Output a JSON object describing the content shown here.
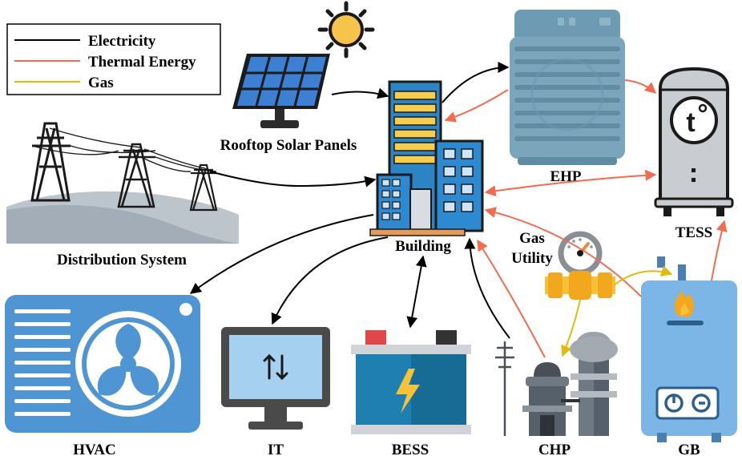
{
  "legend": {
    "electricity": "Electricity",
    "thermal": "Thermal Energy",
    "gas": "Gas"
  },
  "colors": {
    "electricity": "#000000",
    "thermal": "#f26b4f",
    "gas": "#e0bb0f",
    "bess_blue": "#0f5f84",
    "hvac_blue": "#4f95d4",
    "tess_gray": "#c9ccd0",
    "ehp_blue": "#6d9bb3",
    "gb_blue": "#7bb6e6"
  },
  "labels": {
    "solar": "Rooftop Solar Panels",
    "distribution": "Distribution System",
    "building": "Building",
    "ehp": "EHP",
    "tess": "TESS",
    "gas_utility_1": "Gas",
    "gas_utility_2": "Utility",
    "hvac": "HVAC",
    "it": "IT",
    "bess": "BESS",
    "chp": "CHP",
    "gb": "GB"
  },
  "icons": {
    "sun": "sun-icon",
    "solar_panel": "solar-panel-icon",
    "transmission_towers": "transmission-tower-icon",
    "building": "building-icon",
    "ehp": "heat-pump-icon",
    "tess": "thermal-storage-tank-icon",
    "gas_meter": "gas-meter-icon",
    "hvac": "air-conditioner-icon",
    "it": "computer-monitor-icon",
    "bess": "battery-icon",
    "chp": "power-plant-icon",
    "gb": "gas-boiler-icon"
  }
}
